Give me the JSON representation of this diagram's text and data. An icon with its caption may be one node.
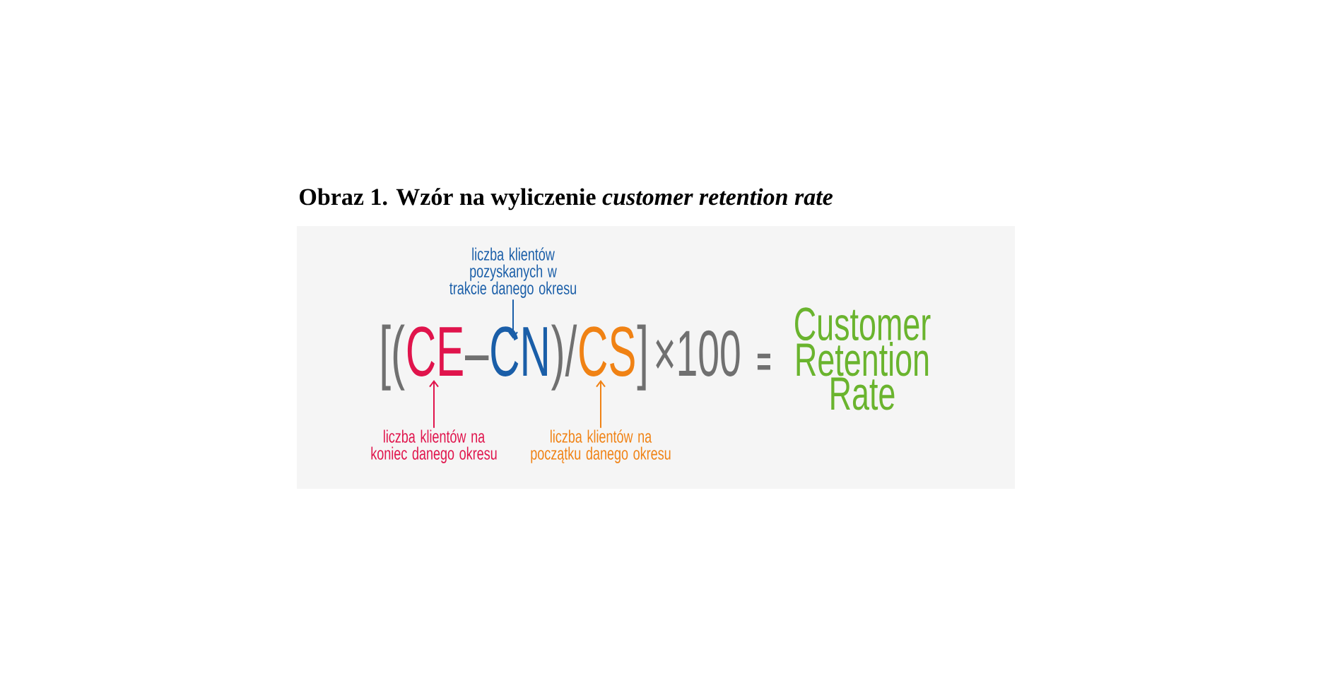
{
  "diagram": {
    "title": "Obraz 1. Wzór na wyliczenie *customer retention rate*",
    "nodes": [
      {
        "text": [
          "liczba klientów pozyskanych w trakcie danego okresu"
        ]
      },
      {
        "text": [
          "CN"
        ]
      },
      {
        "text": [
          "CE"
        ]
      },
      {
        "text": [
          "liczba klientów na koniec danego okresu"
        ]
      },
      {
        "text": [
          "CS"
        ]
      },
      {
        "text": [
          "liczba klientów na początku danego okresu"
        ]
      }
    ],
    "edges": [
      {
        "from": 0,
        "to": 1,
        "arrow": "to",
        "color": "#1a5ea8"
      },
      {
        "from": 3,
        "to": 2,
        "arrow": "to",
        "color": "#e0144c"
      },
      {
        "from": 5,
        "to": 4,
        "arrow": "to",
        "color": "#f08214"
      }
    ],
    "labels": [
      "[(",
      "–",
      ")/",
      "]",
      "×100",
      "=",
      "Customer Retention Rate"
    ]
  }
}
